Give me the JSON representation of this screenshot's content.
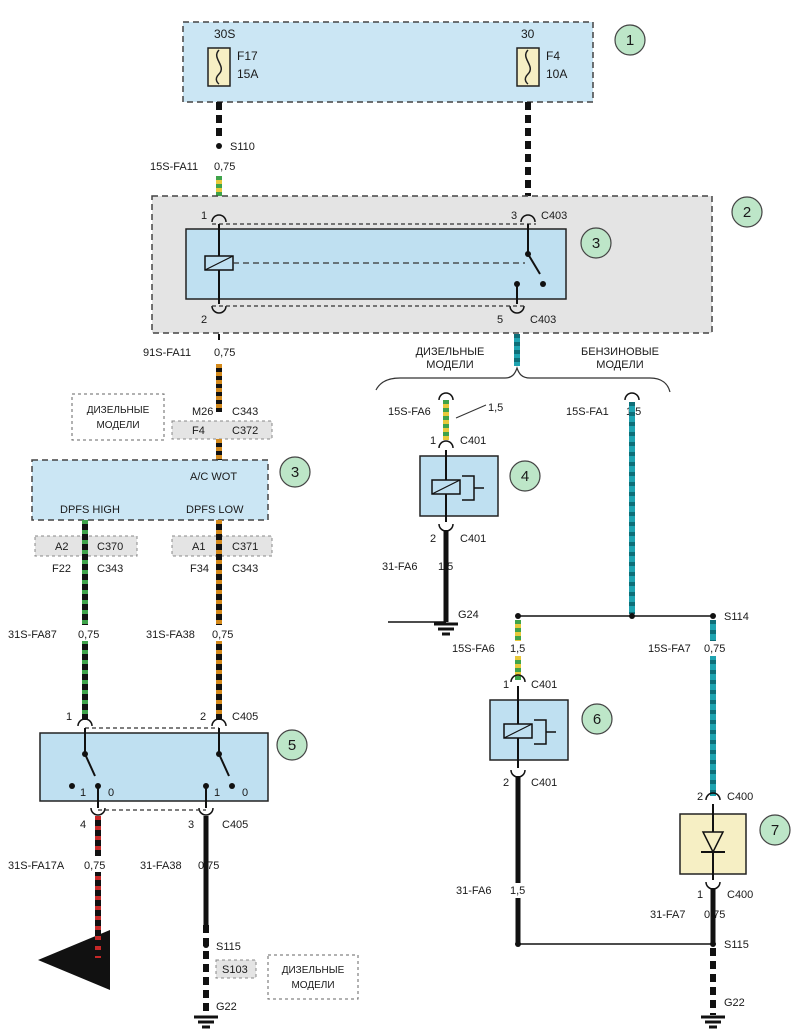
{
  "fuse_box": {
    "callout": "1",
    "fuse_left": {
      "terminal": "30S",
      "name": "F17",
      "rating": "15A"
    },
    "fuse_right": {
      "terminal": "30",
      "name": "F4",
      "rating": "10A"
    }
  },
  "relay_box": {
    "callout_box": "2",
    "callout_relay": "3",
    "pin_top_left": "1",
    "pin_top_right": "3",
    "pin_bottom_left": "2",
    "pin_bottom_right": "5",
    "conn_top": "C403",
    "conn_bottom": "C403"
  },
  "wires": {
    "w_top_left": "15S-FA11",
    "w_top_left_size": "0,75",
    "splice_top": "S110",
    "w_relay_out": "91S-FA11",
    "w_relay_out_size": "0,75",
    "w_diesel_relay": "15S-FA6",
    "w_diesel_relay_size": "1,5",
    "w_petrol": "15S-FA1",
    "w_petrol_size": "1,5",
    "w_ground_4": "31-FA6",
    "w_ground_4_size": "1,5",
    "ground_4": "G24",
    "splice_114": "S114",
    "w_relay6_in": "15S-FA6",
    "w_relay6_in_size": "1,5",
    "w_diode_in": "15S-FA7",
    "w_diode_in_size": "0,75",
    "w_relay6_out": "31-FA6",
    "w_relay6_out_size": "1,5",
    "w_diode_out": "31-FA7",
    "w_diode_out_size": "0,75",
    "splice_115_right": "S115",
    "ground_22_right": "G22",
    "w_high": "31S-FA87",
    "w_high_size": "0,75",
    "w_low": "31S-FA38",
    "w_low_size": "0,75",
    "w_sw_out_left": "31S-FA17A",
    "w_sw_out_left_size": "0,75",
    "w_sw_out_right": "31-FA38",
    "w_sw_out_right_size": "0,75",
    "splice_115_left": "S115",
    "splice_103": "S103",
    "ground_22_left": "G22"
  },
  "branch_labels": {
    "diesel": "ДИЗЕЛЬНЫЕ\nМОДЕЛИ",
    "petrol": "БЕНЗИНОВЫЕ\nМОДЕЛИ",
    "diesel_note_1": "ДИЗЕЛЬНЫЕ\nМОДЕЛИ",
    "diesel_note_2": "ДИЗЕЛЬНЫЕ\nМОДЕЛИ"
  },
  "module": {
    "callout": "3",
    "pin_m26": "M26",
    "conn_c343": "C343",
    "pin_f4": "F4",
    "conn_c372": "C372",
    "ac_wot": "A/C WOT",
    "dpfs_high": "DPFS HIGH",
    "dpfs_low": "DPFS LOW",
    "pin_a2": "A2",
    "conn_c370": "C370",
    "pin_a1": "A1",
    "conn_c371": "C371",
    "pin_f22": "F22",
    "conn_c343_l": "C343",
    "pin_f34": "F34",
    "conn_c343_r": "C343"
  },
  "relay4": {
    "callout": "4",
    "pin_top": "1",
    "conn_top": "C401",
    "pin_bottom": "2",
    "conn_bottom": "C401"
  },
  "relay6": {
    "callout": "6",
    "pin_top": "1",
    "conn_top": "C401",
    "pin_bottom": "2",
    "conn_bottom": "C401"
  },
  "switch": {
    "callout": "5",
    "pin_1": "1",
    "pin_2": "2",
    "conn_top": "C405",
    "pin_4": "4",
    "pin_3": "3",
    "conn_bottom": "C405",
    "pos_l1": "1",
    "pos_l0": "0",
    "pos_r1": "1",
    "pos_r0": "0"
  },
  "diode": {
    "callout": "7",
    "pin_top": "2",
    "conn_top": "C400",
    "pin_bottom": "1",
    "conn_bottom": "C400"
  },
  "colors": {
    "box_fill": "#cbe6f4",
    "relay_fill": "#bfe0f1",
    "gray_fill": "#e4e4e4",
    "diode_fill": "#f6efc4",
    "callout_fill": "#bde6c8",
    "wire_black": "#111111",
    "wire_green": "#3fa34a",
    "wire_yellow": "#e8c93a",
    "wire_teal": "#1ea3b0",
    "wire_orange": "#d48a1c",
    "wire_red": "#c62828"
  }
}
